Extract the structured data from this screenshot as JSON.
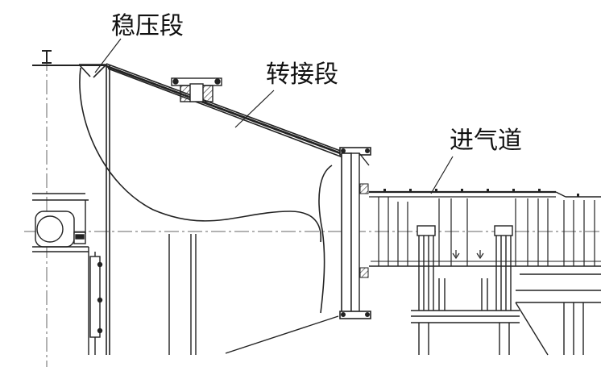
{
  "labels": {
    "stabilizing_section": "稳压段",
    "transition_section": "转接段",
    "inlet_duct": "进气道"
  },
  "colors": {
    "line": "#222222",
    "hatch": "#555555",
    "centerline": "#666666",
    "background": "#ffffff"
  }
}
